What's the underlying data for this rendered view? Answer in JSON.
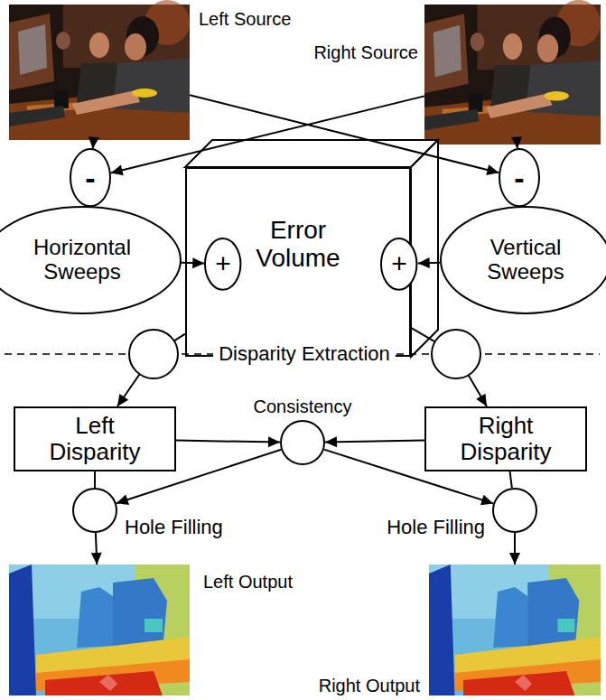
{
  "diagram": {
    "nodes": [
      {
        "text": [
          "Left Source"
        ]
      },
      {
        "text": [
          "Right Source"
        ]
      },
      {
        "text": [
          "-"
        ]
      },
      {
        "text": [
          "-"
        ]
      },
      {
        "text": [
          "Horizontal Sweeps"
        ]
      },
      {
        "text": [
          "Error Volume"
        ]
      },
      {
        "text": [
          "+"
        ],
        "in": 5
      },
      {
        "text": [
          "+"
        ],
        "in": 5
      },
      {
        "text": [
          "Vertical Sweeps"
        ]
      },
      {
        "text": [
          "Left Disparity"
        ]
      },
      {
        "text": [
          "Consistency"
        ]
      },
      {
        "text": [
          "Right Disparity"
        ]
      },
      {
        "text": [
          "Hole Filling"
        ]
      },
      {
        "text": [
          "Hole Filling"
        ]
      },
      {
        "text": [
          "Left Output"
        ]
      },
      {
        "text": [
          "Right Output"
        ]
      }
    ],
    "edges": [
      {
        "from": 0,
        "to": 2,
        "arrow": "to"
      },
      {
        "from": 1,
        "to": 2,
        "arrow": "to"
      },
      {
        "from": 0,
        "to": 3,
        "arrow": "to"
      },
      {
        "from": 1,
        "to": 3,
        "arrow": "to"
      },
      {
        "from": 4,
        "to": 6,
        "arrow": "to"
      },
      {
        "from": 8,
        "to": 7,
        "arrow": "to"
      },
      {
        "from": 5,
        "to": 9,
        "arrow": "to"
      },
      {
        "from": 5,
        "to": 11,
        "arrow": "to"
      },
      {
        "from": 9,
        "to": 10,
        "arrow": "to"
      },
      {
        "from": 11,
        "to": 10,
        "arrow": "to"
      },
      {
        "from": 10,
        "to": 12,
        "arrow": "to"
      },
      {
        "from": 10,
        "to": 13,
        "arrow": "to"
      },
      {
        "from": 9,
        "to": 12,
        "arrow": "none"
      },
      {
        "from": 11,
        "to": 13,
        "arrow": "none"
      },
      {
        "from": 12,
        "to": 14,
        "arrow": "to"
      },
      {
        "from": 13,
        "to": 15,
        "arrow": "to"
      }
    ],
    "labels": [
      "Disparity Extraction"
    ]
  }
}
